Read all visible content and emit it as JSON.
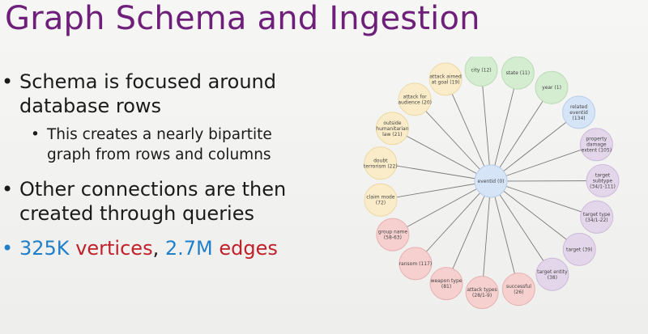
{
  "title": "Graph Schema and Ingestion",
  "bullets": {
    "b1_line1": "Schema is focused around",
    "b1_line2": "database rows",
    "sub_line1": "This creates a nearly bipartite",
    "sub_line2": "graph from rows and columns",
    "b2_line1": "Other connections are then",
    "b2_line2": "created through queries",
    "stats": {
      "vertices_count": "325K",
      "vertices_word": "vertices",
      "comma": ",",
      "edges_count": "2.7M",
      "edges_word": "edges"
    }
  },
  "graph": {
    "center": "eventid (0)",
    "nodes": [
      {
        "label": [
          "state (11)"
        ],
        "color": "#d4ecd0",
        "stroke": "#b9dcb3"
      },
      {
        "label": [
          "year (1)"
        ],
        "color": "#d4ecd0",
        "stroke": "#b9dcb3"
      },
      {
        "label": [
          "related",
          "eventid",
          "(134)"
        ],
        "color": "#d6e4f7",
        "stroke": "#b7cdea"
      },
      {
        "label": [
          "property",
          "damage",
          "extent (105)"
        ],
        "color": "#e3d6ea",
        "stroke": "#cdb9d9"
      },
      {
        "label": [
          "target",
          "subtype",
          "(34/1-111)"
        ],
        "color": "#e3d6ea",
        "stroke": "#cdb9d9"
      },
      {
        "label": [
          "target type",
          "(34/1-22)"
        ],
        "color": "#e3d6ea",
        "stroke": "#cdb9d9"
      },
      {
        "label": [
          "target (39)"
        ],
        "color": "#e3d6ea",
        "stroke": "#cdb9d9"
      },
      {
        "label": [
          "target entity",
          "(38)"
        ],
        "color": "#e3d6ea",
        "stroke": "#cdb9d9"
      },
      {
        "label": [
          "successful",
          "(26)"
        ],
        "color": "#f6cfcf",
        "stroke": "#e6b0b0"
      },
      {
        "label": [
          "attack types",
          "(28/1-9)"
        ],
        "color": "#f6cfcf",
        "stroke": "#e6b0b0"
      },
      {
        "label": [
          "weapon type",
          "(81)"
        ],
        "color": "#f6cfcf",
        "stroke": "#e6b0b0"
      },
      {
        "label": [
          "ransom (117)"
        ],
        "color": "#f6cfcf",
        "stroke": "#e6b0b0"
      },
      {
        "label": [
          "group name",
          "(58-63)"
        ],
        "color": "#f6cfcf",
        "stroke": "#e6b0b0"
      },
      {
        "label": [
          "claim mode",
          "(72)"
        ],
        "color": "#faecc8",
        "stroke": "#ecd8a3"
      },
      {
        "label": [
          "doubt",
          "terrorism (22)"
        ],
        "color": "#faecc8",
        "stroke": "#ecd8a3"
      },
      {
        "label": [
          "outside",
          "humanitarian",
          "law (21)"
        ],
        "color": "#faecc8",
        "stroke": "#ecd8a3"
      },
      {
        "label": [
          "attack for",
          "audience (20)"
        ],
        "color": "#faecc8",
        "stroke": "#ecd8a3"
      },
      {
        "label": [
          "attack aimed",
          "at goal (19)"
        ],
        "color": "#faecc8",
        "stroke": "#ecd8a3"
      },
      {
        "label": [
          "city (12)"
        ],
        "color": "#d4ecd0",
        "stroke": "#b9dcb3"
      }
    ],
    "center_color": "#d6e4f7",
    "center_stroke": "#b7cdea",
    "edge_color": "#7a7a7a"
  }
}
